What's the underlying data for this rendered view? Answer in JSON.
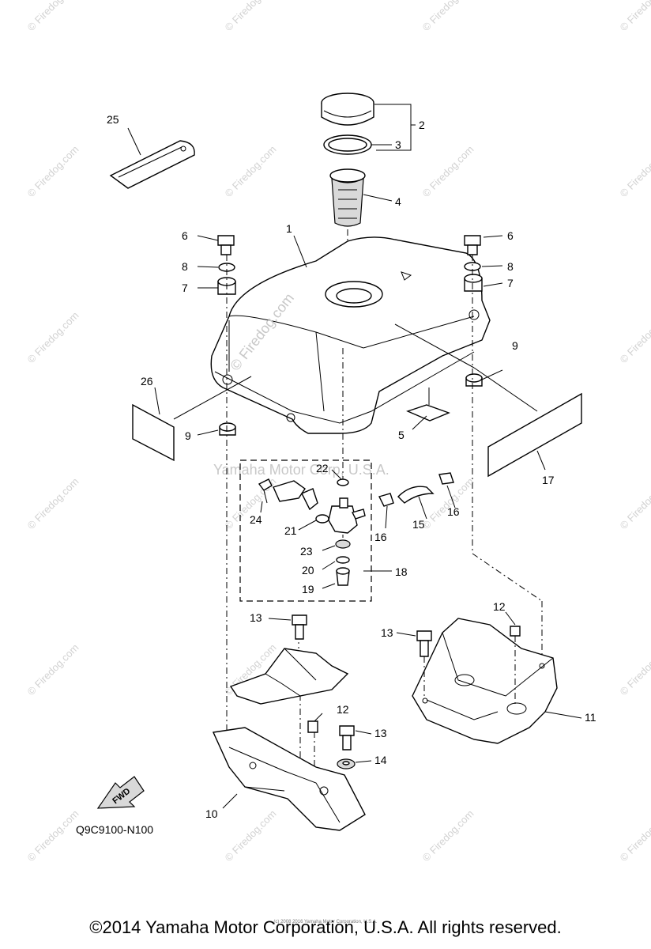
{
  "diagram": {
    "ref_code": "Q9C9100-N100",
    "fwd_label": "FWD",
    "watermark": "© Firedog.com",
    "center_watermark": "Yamaha Motor Corp, U.S.A.",
    "tank_watermark": "© Firedog.com",
    "tiny_credit": "(c) 2008 2016 Yamaha Motor Corporation, U.S.A.",
    "callouts": {
      "c1": "1",
      "c2": "2",
      "c3": "3",
      "c4": "4",
      "c5": "5",
      "c6a": "6",
      "c6b": "6",
      "c7a": "7",
      "c7b": "7",
      "c8a": "8",
      "c8b": "8",
      "c9a": "9",
      "c9b": "9",
      "c10": "10",
      "c11": "11",
      "c12a": "12",
      "c12b": "12",
      "c13a": "13",
      "c13b": "13",
      "c13c": "13",
      "c14": "14",
      "c15": "15",
      "c16a": "16",
      "c16b": "16",
      "c17": "17",
      "c18": "18",
      "c19": "19",
      "c20": "20",
      "c21": "21",
      "c22": "22",
      "c23": "23",
      "c24": "24",
      "c25": "25",
      "c26": "26"
    }
  },
  "footer": {
    "copyright": "©2014 Yamaha Motor Corporation, U.S.A. All rights reserved."
  }
}
